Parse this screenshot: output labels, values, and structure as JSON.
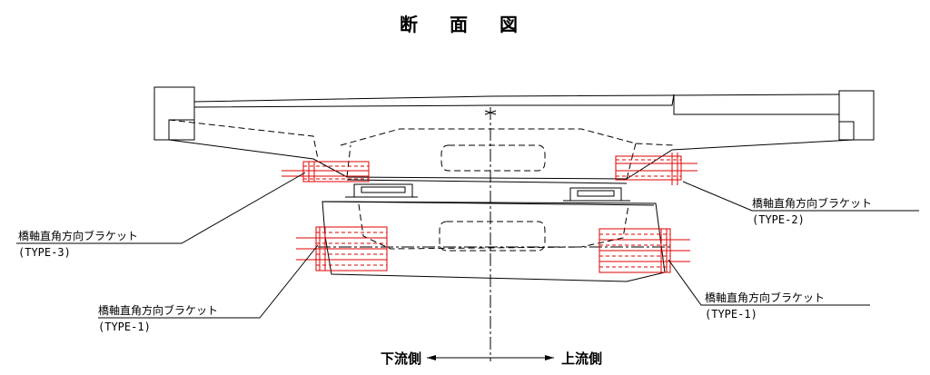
{
  "title": "断 面 図",
  "callouts": [
    {
      "name": "type2",
      "label": "橋軸直角方向ブラケット",
      "type": "(TYPE-2)"
    },
    {
      "name": "type3",
      "label": "橋軸直角方向ブラケット",
      "type": "(TYPE-3)"
    },
    {
      "name": "type1-left",
      "label": "橋軸直角方向ブラケット",
      "type": "(TYPE-1)"
    },
    {
      "name": "type1-right",
      "label": "橋軸直角方向ブラケット",
      "type": "(TYPE-1)"
    }
  ],
  "direction": {
    "left": "下流側",
    "right": "上流側"
  },
  "colors": {
    "line": "#000000",
    "bracket": "#e00000"
  }
}
